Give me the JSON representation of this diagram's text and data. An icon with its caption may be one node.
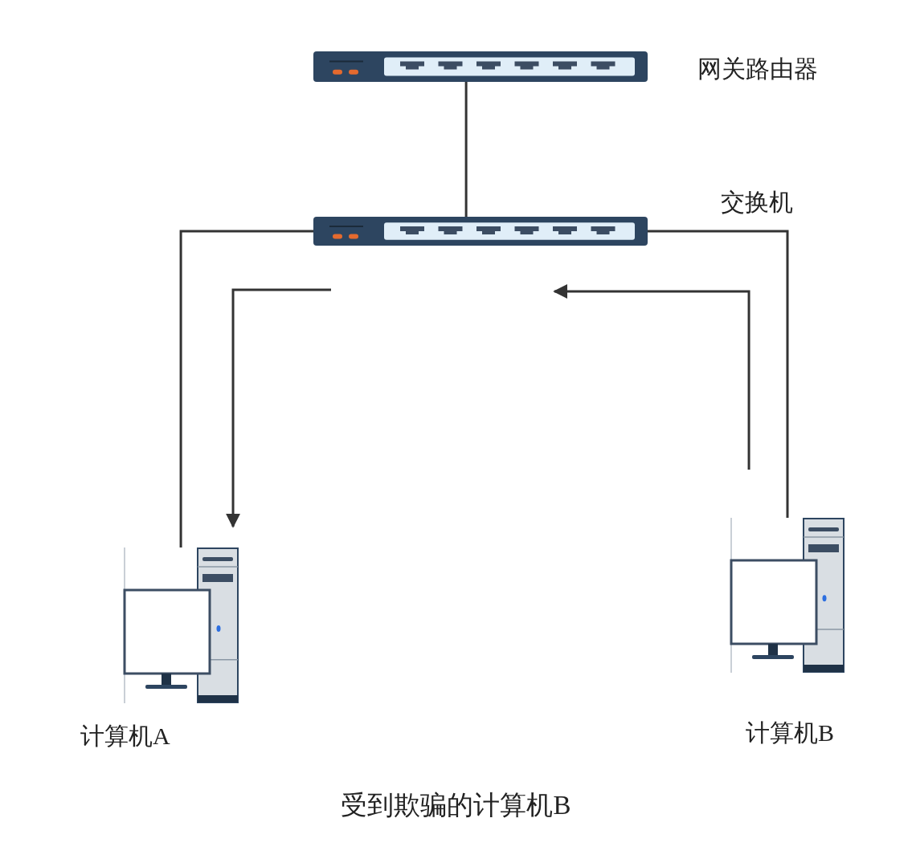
{
  "diagram": {
    "caption": "受到欺骗的计算机B",
    "nodes": [
      {
        "text": [],
        "shape": "router",
        "beside": [
          "网关路由器"
        ]
      },
      {
        "text": [],
        "shape": "switch",
        "beside": [
          "交换机"
        ]
      },
      {
        "text": [],
        "shape": "computer",
        "beside": [
          "计算机A"
        ]
      },
      {
        "text": [],
        "shape": "computer",
        "beside": [
          "计算机B"
        ]
      }
    ],
    "edges": [
      {
        "from": 0,
        "to": 1,
        "arrow": "none"
      },
      {
        "from": 1,
        "to": 2,
        "arrow": "none"
      },
      {
        "from": 1,
        "to": 3,
        "arrow": "none"
      },
      {
        "from": null,
        "to": 2,
        "arrow": "to"
      },
      {
        "from": 3,
        "to": null,
        "arrow": "to"
      }
    ]
  }
}
